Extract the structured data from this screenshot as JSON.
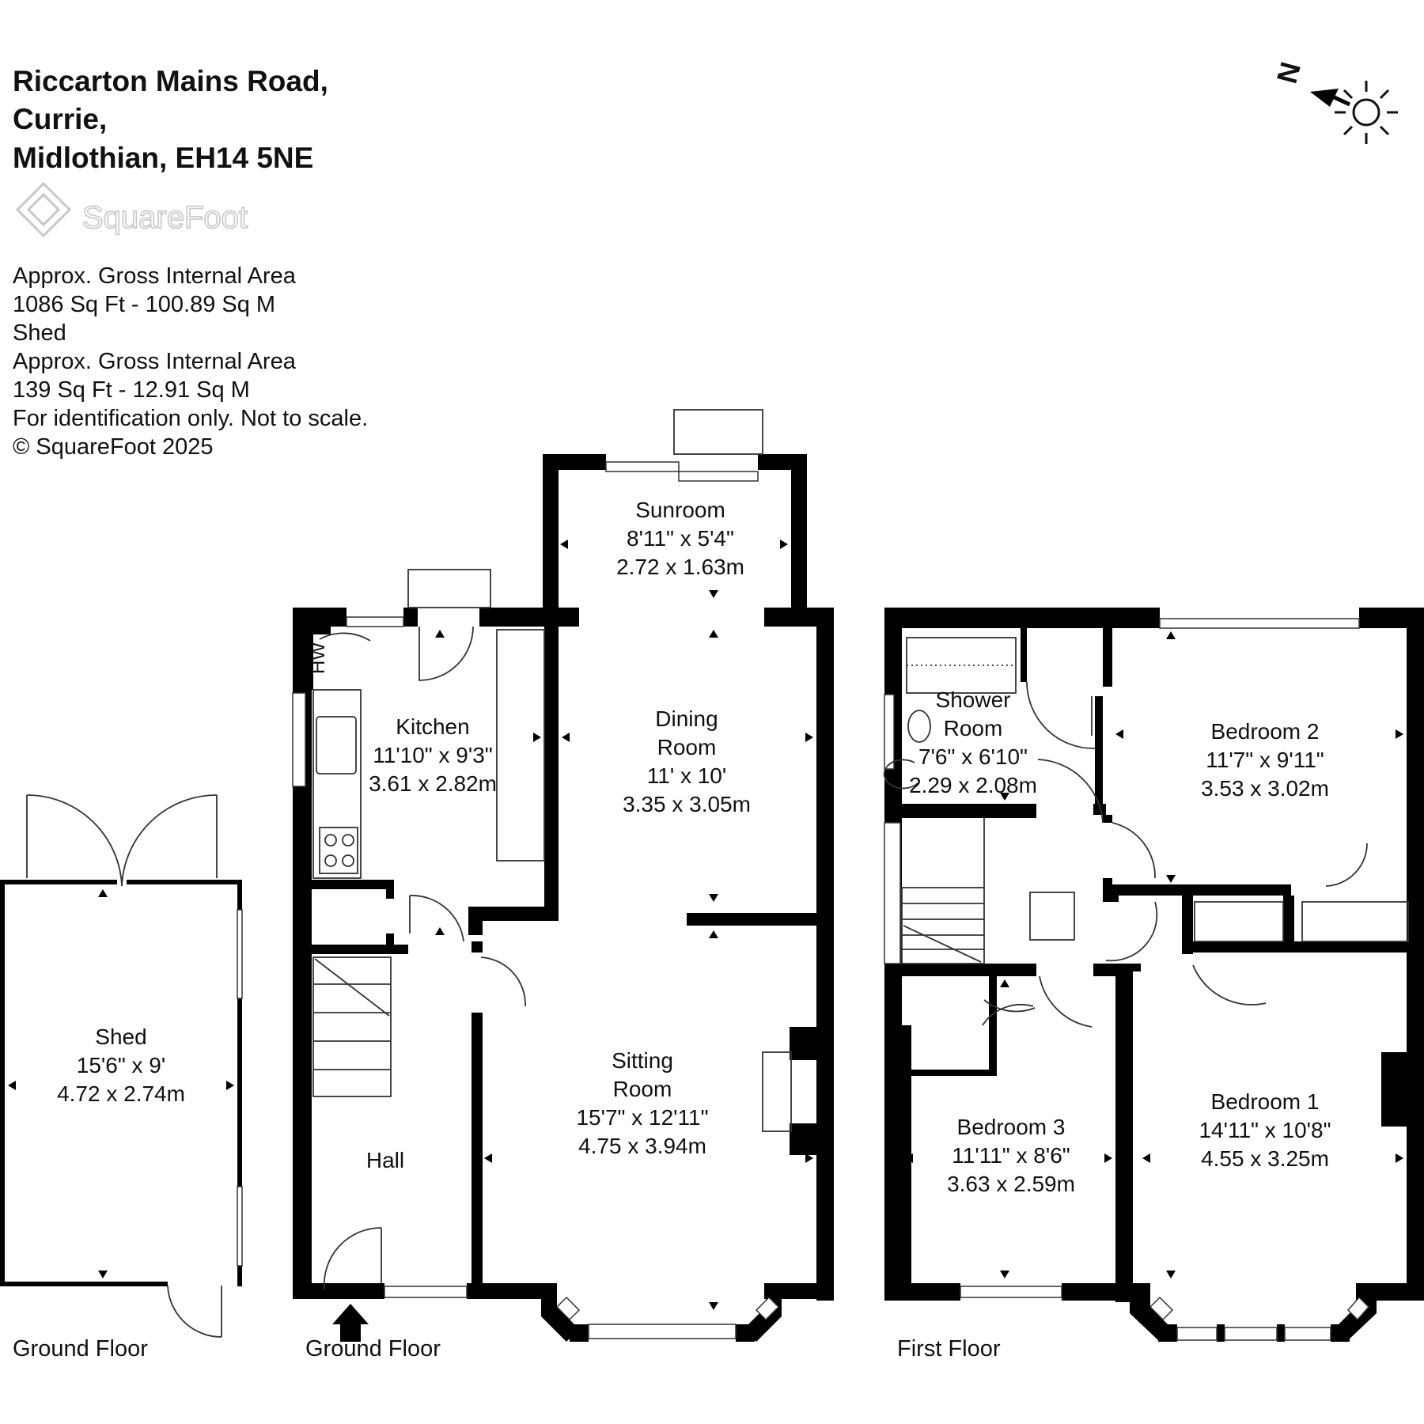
{
  "address": {
    "line1": "Riccarton Mains Road,",
    "line2": "Currie,",
    "line3": "Midlothian, EH14 5NE"
  },
  "brand": {
    "name": "SquareFoot",
    "logo_color": "#c8c8c8"
  },
  "area": {
    "line1": "Approx. Gross Internal Area",
    "line2": "1086 Sq Ft  -  100.89 Sq M",
    "line3": "Shed",
    "line4": "Approx. Gross Internal Area",
    "line5": "139 Sq Ft  -  12.91 Sq M",
    "line6": "For identification only. Not to scale.",
    "line7": "© SquareFoot 2025"
  },
  "compass": {
    "north_letter": "N",
    "icons": [
      "north-arrow-icon",
      "sun-icon"
    ]
  },
  "rooms": {
    "sunroom": {
      "name": "Sunroom",
      "imperial": "8'11\" x 5'4\"",
      "metric": "2.72 x 1.63m"
    },
    "kitchen": {
      "name": "Kitchen",
      "imperial": "11'10\" x 9'3\"",
      "metric": "3.61 x 2.82m"
    },
    "dining": {
      "name1": "Dining",
      "name2": "Room",
      "imperial": "11' x 10'",
      "metric": "3.35 x 3.05m"
    },
    "sitting": {
      "name1": "Sitting",
      "name2": "Room",
      "imperial": "15'7\" x 12'11\"",
      "metric": "4.75 x 3.94m"
    },
    "hall": {
      "name": "Hall"
    },
    "shed": {
      "name": "Shed",
      "imperial": "15'6\" x 9'",
      "metric": "4.72 x 2.74m"
    },
    "shower": {
      "name1": "Shower",
      "name2": "Room",
      "imperial": "7'6\" x 6'10\"",
      "metric": "2.29 x 2.08m"
    },
    "bedroom2": {
      "name": "Bedroom 2",
      "imperial": "11'7\" x 9'11\"",
      "metric": "3.53 x 3.02m"
    },
    "bedroom3": {
      "name": "Bedroom 3",
      "imperial": "11'11\" x 8'6\"",
      "metric": "3.63 x 2.59m"
    },
    "bedroom1": {
      "name": "Bedroom 1",
      "imperial": "14'11\" x 10'8\"",
      "metric": "4.55 x 3.25m"
    }
  },
  "fixtures": {
    "hot_water": "HW"
  },
  "floors": {
    "shed_label": "Ground Floor",
    "ground_label": "Ground Floor",
    "first_label": "First Floor"
  }
}
